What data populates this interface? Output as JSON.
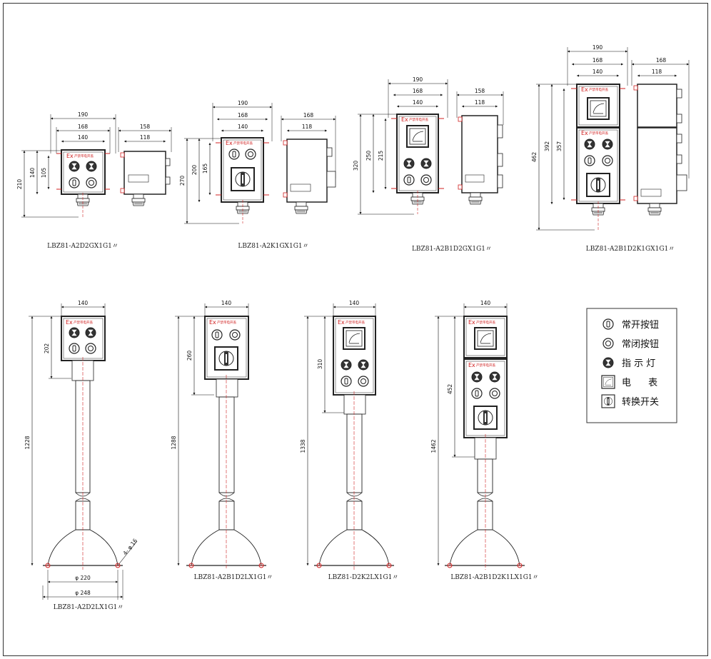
{
  "ex_mark": "Ex",
  "plate_text": "产禁带电开盖",
  "top_row": [
    {
      "model": "LBZ81-A2D2GX1G1〃",
      "w_outer": "190",
      "w_mid": "168",
      "w_inner": "140",
      "h_outer": "210",
      "h_inner": "140",
      "h_inner2": "105",
      "side_w1": "158",
      "side_w2": "118"
    },
    {
      "model": "LBZ81-A2K1GX1G1〃",
      "w_outer": "190",
      "w_mid": "168",
      "w_inner": "140",
      "h_outer": "270",
      "h_inner": "200",
      "h_inner2": "165",
      "side_w1": "168",
      "side_w2": "118"
    },
    {
      "model": "LBZ81-A2B1D2GX1G1〃",
      "w_outer": "190",
      "w_mid": "168",
      "w_inner": "140",
      "h_outer": "320",
      "h_inner": "250",
      "h_inner2": "215",
      "side_w1": "158",
      "side_w2": "118"
    },
    {
      "model": "LBZ81-A2B1D2K1GX1G1〃",
      "w_outer": "190",
      "w_mid": "168",
      "w_inner": "140",
      "h_outer": "462",
      "h_inner": "392",
      "h_inner2": "357",
      "side_w1": "168",
      "side_w2": "118"
    }
  ],
  "bottom_row": [
    {
      "model": "LBZ81-A2D2LX1G1〃",
      "w": "140",
      "h_box": "202",
      "h_total": "1228",
      "base_inner": "φ 220",
      "base_outer": "φ 248",
      "hole": "4- φ 16"
    },
    {
      "model": "LBZ81-A2B1D2LX1G1〃",
      "w": "140",
      "h_box": "260",
      "h_total": "1288"
    },
    {
      "model": "LBZ81-D2K2LX1G1〃",
      "w": "140",
      "h_box": "310",
      "h_total": "1338"
    },
    {
      "model": "LBZ81-A2B1D2K1LX1G1〃",
      "w": "140",
      "h_box": "452",
      "h_total": "1462"
    }
  ],
  "legend": [
    {
      "icon": "normally-open-button-icon",
      "label": "常开按钮"
    },
    {
      "icon": "normally-closed-button-icon",
      "label": "常闭按钮"
    },
    {
      "icon": "indicator-lamp-icon",
      "label": "指 示 灯"
    },
    {
      "icon": "electric-meter-icon",
      "label": "电  表"
    },
    {
      "icon": "selector-switch-icon",
      "label": "转换开关"
    }
  ],
  "colors": {
    "line": "#222222",
    "accent": "#d02020"
  }
}
